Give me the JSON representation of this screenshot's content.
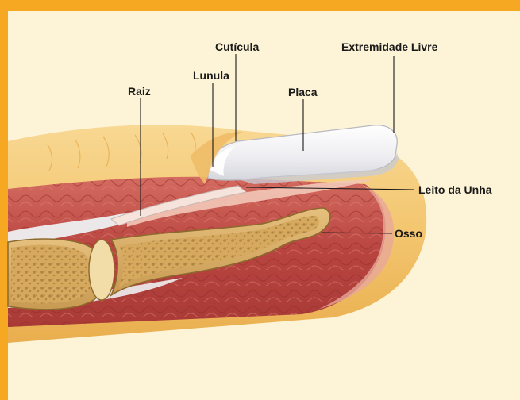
{
  "diagram": {
    "labels": {
      "cuticula": "Cutícula",
      "extremidade_livre": "Extremidade Livre",
      "lunula": "Lunula",
      "raiz": "Raiz",
      "placa": "Placa",
      "leito_da_unha": "Leito da Unha",
      "osso": "Osso"
    }
  },
  "colors": {
    "frame_orange": "#F7A823",
    "panel_cream": "#FDF3D6",
    "skin": "#F5D28A",
    "flesh": "#C0504A",
    "bone": "#D9B06A",
    "nail": "#F4F4F6"
  }
}
